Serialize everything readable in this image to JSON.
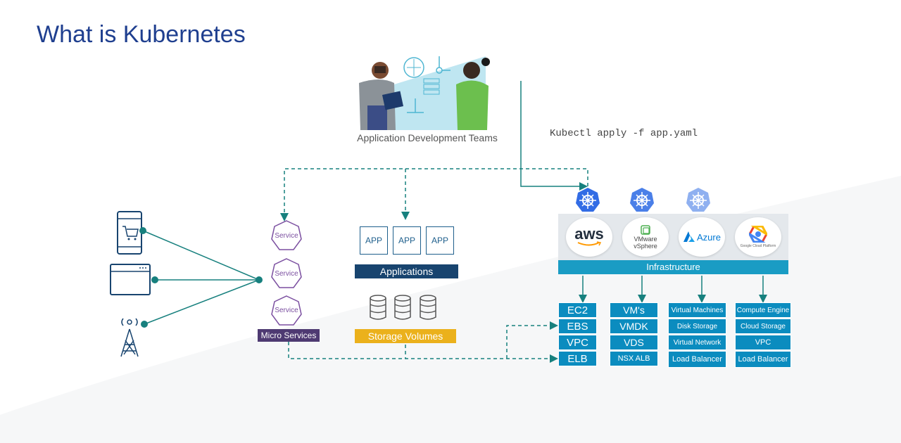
{
  "title": "What is Kubernetes",
  "team_label": "Application Development Teams",
  "kubectl_command": "Kubectl apply -f app.yaml",
  "microservices": {
    "service_label": "Service",
    "group_label": "Micro Services"
  },
  "applications": {
    "app_label": "APP",
    "group_label": "Applications"
  },
  "storage": {
    "group_label": "Storage Volumes"
  },
  "infrastructure": {
    "label": "Infrastructure",
    "providers": {
      "aws": "aws",
      "vmware": [
        "VMware",
        "vSphere"
      ],
      "azure": "Azure",
      "gcp": "Google Cloud Platform"
    }
  },
  "provider_services": {
    "aws": [
      "EC2",
      "EBS",
      "VPC",
      "ELB"
    ],
    "vmware": [
      "VM's",
      "VMDK",
      "VDS",
      "NSX ALB"
    ],
    "azure": [
      "Virtual Machines",
      "Disk Storage",
      "Virtual Network",
      "Load Balancer"
    ],
    "gcp": [
      "Compute Engine",
      "Cloud Storage",
      "VPC",
      "Load Balancer"
    ]
  },
  "colors": {
    "title": "#1f3f8f",
    "teal_line": "#17807e",
    "service_purple": "#7b4fa0",
    "micro_bar": "#4e3a72",
    "apps_bar": "#18446f",
    "storage_bar": "#ebb11c",
    "infra_bar": "#1a9cc4",
    "service_cell": "#0b8cbf",
    "k8s_blue": "#326ce5"
  }
}
